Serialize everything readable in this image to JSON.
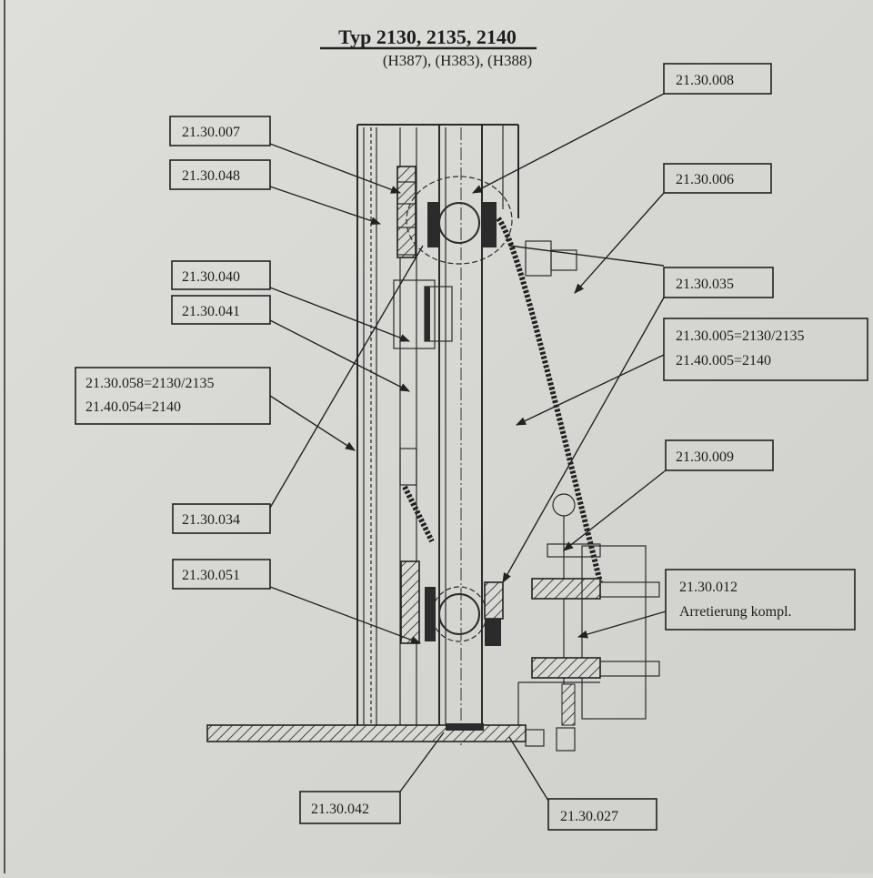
{
  "title": "Typ 2130,  2135,  2140",
  "subtitle": "(H387), (H383), (H388)",
  "colors": {
    "paper": "#d6d6d2",
    "ink": "#222222"
  },
  "labels": {
    "l007": "21.30.007",
    "l048": "21.30.048",
    "l040": "21.30.040",
    "l041": "21.30.041",
    "l058a": "21.30.058=2130/2135",
    "l058b": "21.40.054=2140",
    "l034": "21.30.034",
    "l051": "21.30.051",
    "l008": "21.30.008",
    "l006": "21.30.006",
    "l035": "21.30.035",
    "l005a": "21.30.005=2130/2135",
    "l005b": "21.40.005=2140",
    "l009": "21.30.009",
    "l012a": "21.30.012",
    "l012b": "Arretierung kompl.",
    "l042": "21.30.042",
    "l027": "21.30.027"
  }
}
